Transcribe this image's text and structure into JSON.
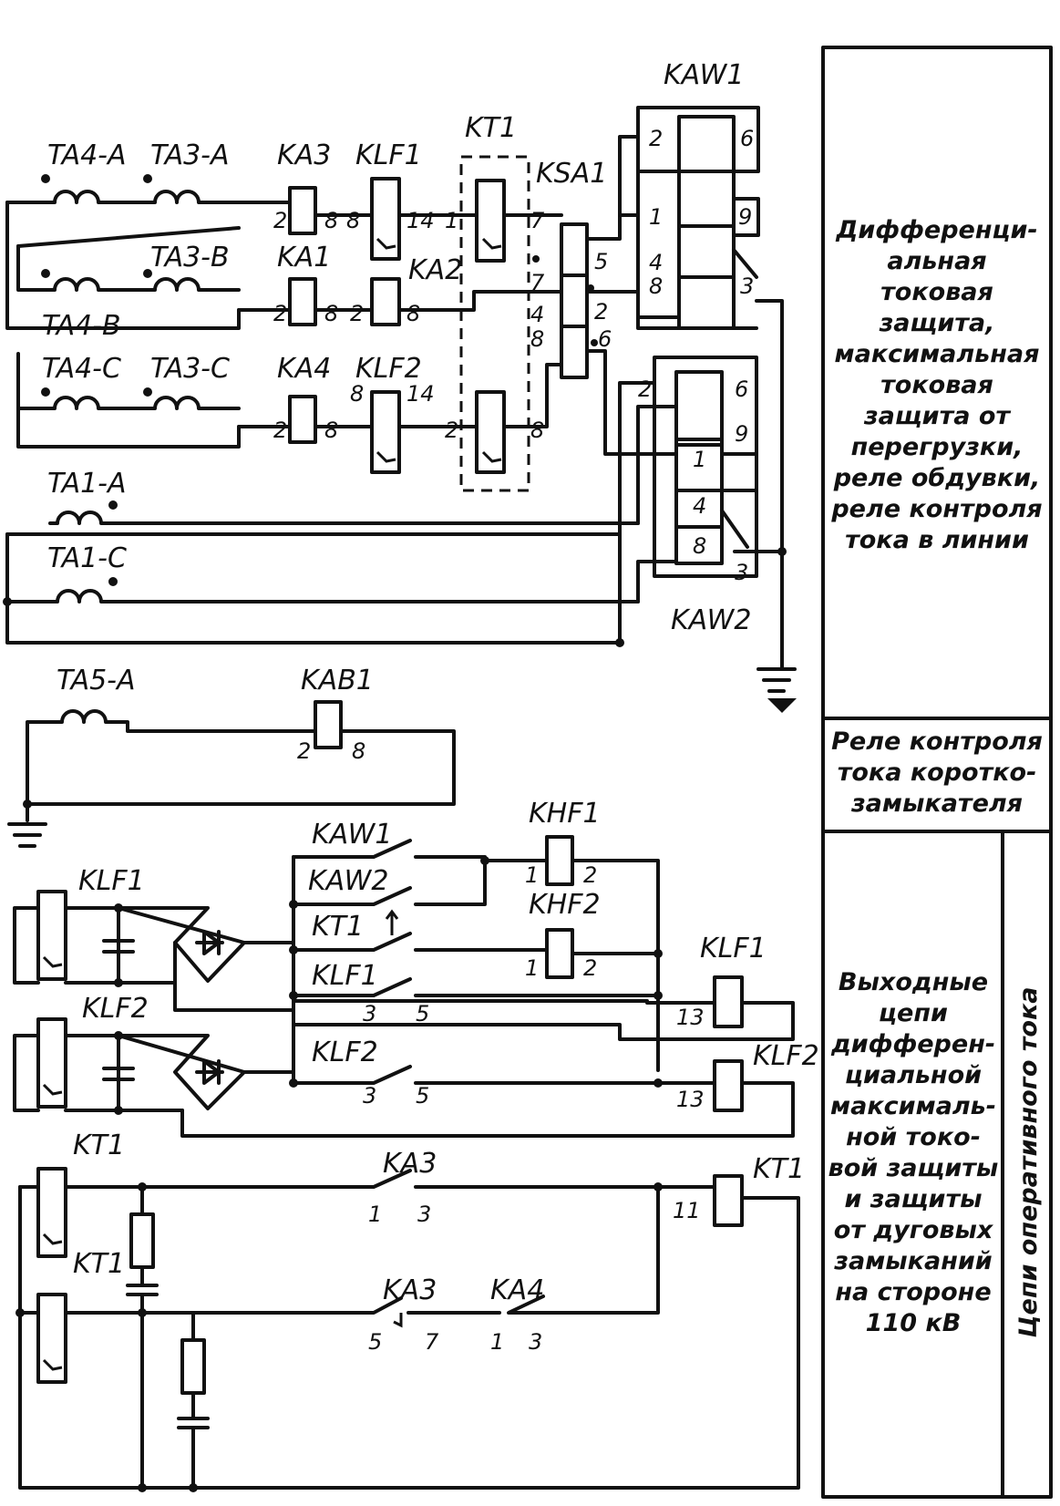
{
  "diagram": {
    "transformers": [
      "TA4-A",
      "TA3-A",
      "TA3-B",
      "TA4-B",
      "TA4-C",
      "TA3-C",
      "TA1-A",
      "TA1-C",
      "TA5-A"
    ],
    "relays": [
      "KA3",
      "KLF1",
      "KT1",
      "KSA1",
      "KAW1",
      "KA1",
      "KA2",
      "KA4",
      "KLF2",
      "KAW2",
      "KAB1",
      "KHF1",
      "KHF2"
    ],
    "contacts": {
      "kaw1": "KAW1",
      "kaw2": "KAW2",
      "kt1": "KT1",
      "klf1": "KLF1",
      "klf2": "KLF2",
      "ka3a": "KA3",
      "ka3b": "KA3",
      "ka4": "KA4"
    },
    "side_labels": {
      "klf1": "KLF1",
      "klf2": "KLF2",
      "kt1a": "KT1",
      "kt1b": "KT1",
      "klf1_coil": "KLF1",
      "klf2_coil": "KLF2",
      "kt1_coil": "KT1"
    },
    "pins": [
      "2",
      "8",
      "8",
      "14",
      "1",
      "7",
      "5",
      "2",
      "8",
      "2",
      "8",
      "4",
      "8",
      "2",
      "6",
      "7",
      "2",
      "8",
      "8",
      "14",
      "2",
      "8",
      "2",
      "8",
      "1",
      "2",
      "1",
      "2",
      "3",
      "5",
      "13",
      "3",
      "5",
      "13",
      "1",
      "3",
      "11",
      "5",
      "7",
      "1",
      "3"
    ],
    "kaw1_pins": [
      "2",
      "6",
      "1",
      "9",
      "4",
      "8",
      "3"
    ],
    "kaw2_pins": [
      "2",
      "6",
      "1",
      "9",
      "4",
      "8",
      "3"
    ]
  },
  "sections": [
    {
      "lines": [
        "Дифференци-",
        "альная",
        "токовая",
        "защита,",
        "максимальная",
        "токовая",
        "защита от",
        "перегрузки,",
        "реле обдувки,",
        "реле контроля",
        "тока в линии"
      ]
    },
    {
      "lines": [
        "Реле контроля",
        "тока коротко-",
        "замыкателя"
      ]
    },
    {
      "lines": [
        "Выходные",
        "цепи",
        "дифферен-",
        "циальной",
        "максималь-",
        "ной токо-",
        "вой защиты",
        "и защиты",
        "от дуговых",
        "замыканий",
        "на стороне",
        "110 кВ"
      ],
      "vertical": "Цепи оперативного тока"
    }
  ]
}
